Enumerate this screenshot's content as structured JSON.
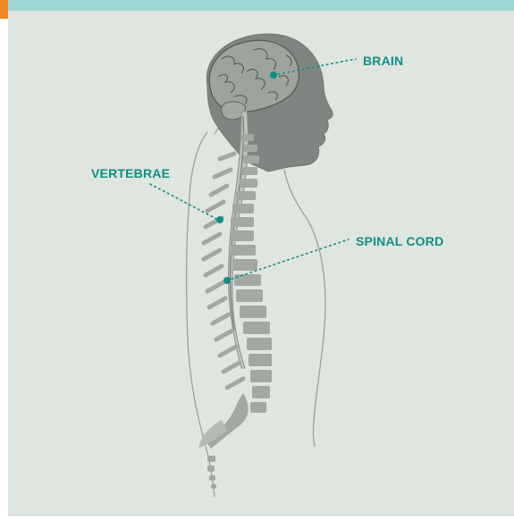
{
  "labels": {
    "brain": "BRAIN",
    "vertebrae": "VERTEBRAE",
    "spinal_cord": "SPINAL CORD"
  },
  "colors": {
    "label_teal": "#0f8f86",
    "background_panel": "#dfe5df",
    "top_bar": "#9fd6d2",
    "accent_orange": "#f08a24",
    "anatomy_gray": "#a3a8a3",
    "outline_gray": "#8f948f"
  }
}
